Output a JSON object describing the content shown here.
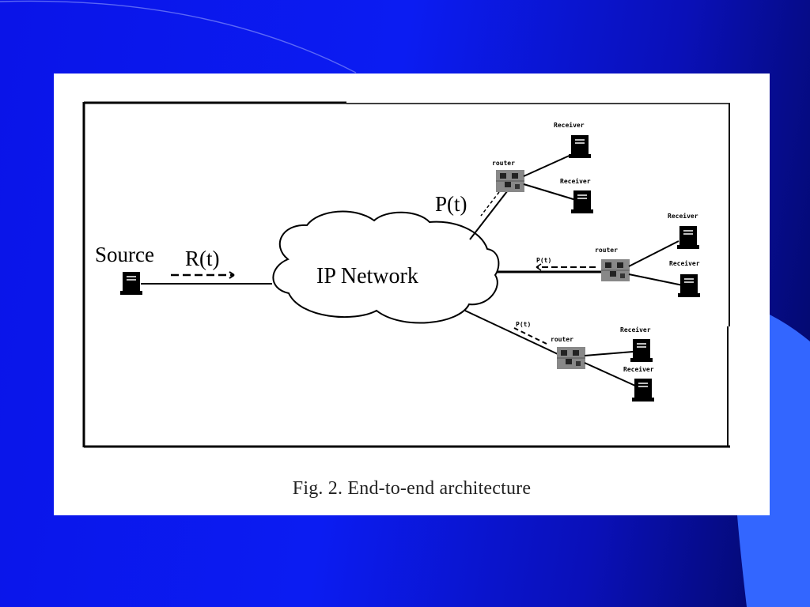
{
  "colors": {
    "background": "#0b1cf2",
    "accent_shape": "#3366ff",
    "panel": "#ffffff",
    "ink": "#000000",
    "router_fill": "#888888"
  },
  "diagram": {
    "source_label": "Source",
    "source_rate_label": "R(t)",
    "network_label": "IP Network",
    "feedback_label": "P(t)",
    "small_feedback_label": "P(t)",
    "router_label": "router",
    "receiver_label": "Receiver"
  },
  "caption": "Fig. 2.  End-to-end architecture"
}
